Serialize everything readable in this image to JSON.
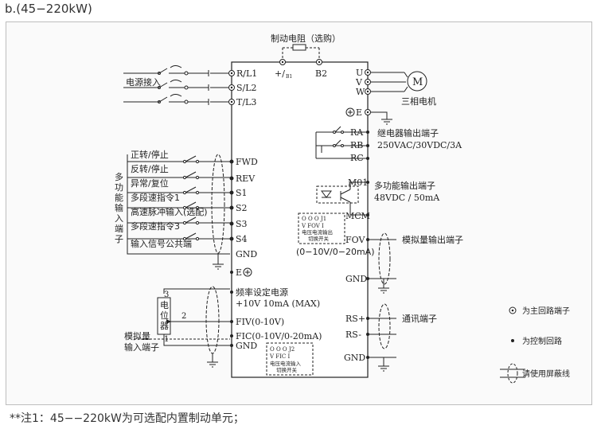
{
  "title": "b.(45−220kW)",
  "footnote": "**注1：45−−220kW为可选配内置制动单元；",
  "brake": {
    "label": "制动电阻（选购）",
    "plus_label": "+/",
    "plus_sub": "B1",
    "b2_label": "B2"
  },
  "power": {
    "label": "电源接入",
    "terminals": [
      "R/L1",
      "S/L2",
      "T/L3"
    ]
  },
  "motor": {
    "terminals": [
      "U",
      "V",
      "W"
    ],
    "symbol": "M",
    "label": "三相电机",
    "ground": "E"
  },
  "relay": {
    "terminals": [
      "RA",
      "RB",
      "RC"
    ],
    "label1": "继电器输出端子",
    "label2": "250VAC/30VDC/3A"
  },
  "mfo": {
    "terminal": "M01",
    "common": "MCM",
    "label1": "多功能输出端子",
    "label2": "48VDC / 50mA"
  },
  "jumper_fov": {
    "row1": "O  O  O J1",
    "row2": "V  FOV  I",
    "row3": "电压电流输出",
    "row4": "切换开关"
  },
  "analog_out": {
    "terminal": "FOV",
    "range": "(0−10V/0−20mA)",
    "ground": "GND",
    "label": "模拟量输出端子"
  },
  "comm": {
    "terminals": [
      "RS+",
      "RS-"
    ],
    "ground": "GND",
    "label": "通讯端子"
  },
  "inputs": {
    "group_label": "多功能输入端子",
    "items": [
      {
        "label": "正转/停止",
        "terminal": "FWD"
      },
      {
        "label": "反转/停止",
        "terminal": "REV"
      },
      {
        "label": "异常/复位",
        "terminal": "S1"
      },
      {
        "label": "多段速指令1",
        "terminal": "S2"
      },
      {
        "label": "高速脉冲输入(选配)",
        "terminal": "S3"
      },
      {
        "label": "多段速指令3",
        "terminal": "S4"
      },
      {
        "label": "输入信号公共端",
        "terminal": "GND"
      }
    ],
    "ground_terminal": "E"
  },
  "analog_in": {
    "supply_label": "频率设定电源",
    "supply_value": "+10V  10mA (MAX)",
    "fiv": "FIV(0-10V)",
    "fic": "FIC(0-10V/0-20mA)",
    "gnd": "GND",
    "pot_label": "电位器",
    "pin3": "3",
    "pin2": "2",
    "pin1": "1",
    "label1": "模拟量",
    "label2": "输入端子"
  },
  "jumper_fic": {
    "row1": "O  O  O J2",
    "row2": "V  FIC  I",
    "row3": "电压电流输入",
    "row4": "切换开关"
  },
  "legend": [
    {
      "symbol": "main-circuit-terminal",
      "label": "为主回路端子"
    },
    {
      "symbol": "control-circuit-dot",
      "label": "为控制回路"
    },
    {
      "symbol": "shielded-wire",
      "label": "请使用屏蔽线"
    }
  ]
}
